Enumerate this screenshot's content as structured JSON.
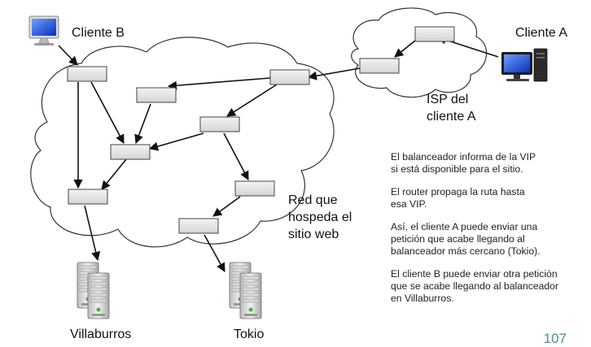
{
  "labels": {
    "cliente_b": "Cliente B",
    "cliente_a": "Cliente A",
    "isp": "ISP del\ncliente A",
    "red": "Red que\nhospeda el\nsitio web",
    "villaburros": "Villaburros",
    "tokio": "Tokio"
  },
  "notes": [
    "El balanceador informa de la VIP\nsi está disponible para el sitio.",
    "El router propaga la ruta hasta\nesa VIP.",
    "Así, el cliente A puede enviar una\npetición que acabe llegando al\nbalanceador más cercano (Tokio).",
    "El cliente B puede enviar otra petición\nque se acabe llegando al balanceador\nen Villaburros."
  ],
  "page_number": "107",
  "icons": {
    "client_b": "monitor-icon",
    "client_a": "desktop-computer-icon",
    "servers": "server-rack-icon",
    "routers": "router-icon"
  },
  "colors": {
    "cloud_stroke": "#333333",
    "router_fill": "#e6e6e6",
    "page_number": "#4f8f94"
  }
}
